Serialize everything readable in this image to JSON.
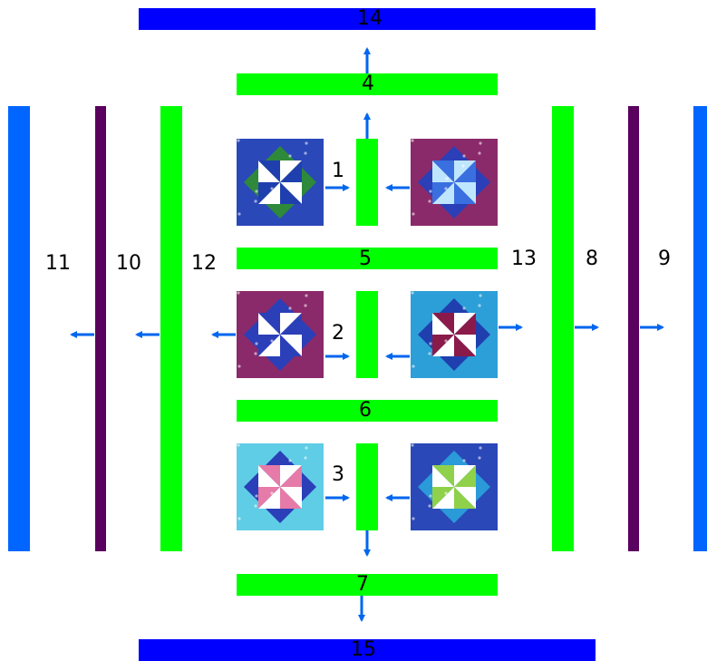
{
  "colors": {
    "sashing": "#00ff00",
    "inner_border": "#5a005e",
    "outer_border_side": "#0066ff",
    "outer_border_top_bottom": "#0000ff",
    "arrow": "#0066ee",
    "label": "#000000"
  },
  "labels": {
    "s1": "1",
    "s2": "2",
    "s3": "3",
    "s4": "4",
    "s5": "5",
    "s6": "6",
    "s7": "7",
    "s8": "8",
    "s9": "9",
    "s10": "10",
    "s11": "11",
    "s12": "12",
    "s13": "13",
    "s14": "14",
    "s15": "15"
  },
  "blocks": [
    {
      "id": "b1",
      "bg": "#2a48b8",
      "accent": "#2e8a3a",
      "pin": "#ffffff",
      "pin2": "#1f3fae"
    },
    {
      "id": "b2",
      "bg": "#8a2a6a",
      "accent": "#2a3fb8",
      "pin": "#bfe6ff",
      "pin2": "#3a6fe0"
    },
    {
      "id": "b3",
      "bg": "#8a2a6a",
      "accent": "#2a3fb8",
      "pin": "#ffffff",
      "pin2": "#2a3fb8"
    },
    {
      "id": "b4",
      "bg": "#2d9fd8",
      "accent": "#1f3fae",
      "pin": "#ffffff",
      "pin2": "#8a1a4a"
    },
    {
      "id": "b5",
      "bg": "#5fcde6",
      "accent": "#2a3fb8",
      "pin": "#ffffff",
      "pin2": "#e67aa8"
    },
    {
      "id": "b6",
      "bg": "#2a48b8",
      "accent": "#2a9ad8",
      "pin": "#ffffff",
      "pin2": "#8fd14a"
    }
  ]
}
